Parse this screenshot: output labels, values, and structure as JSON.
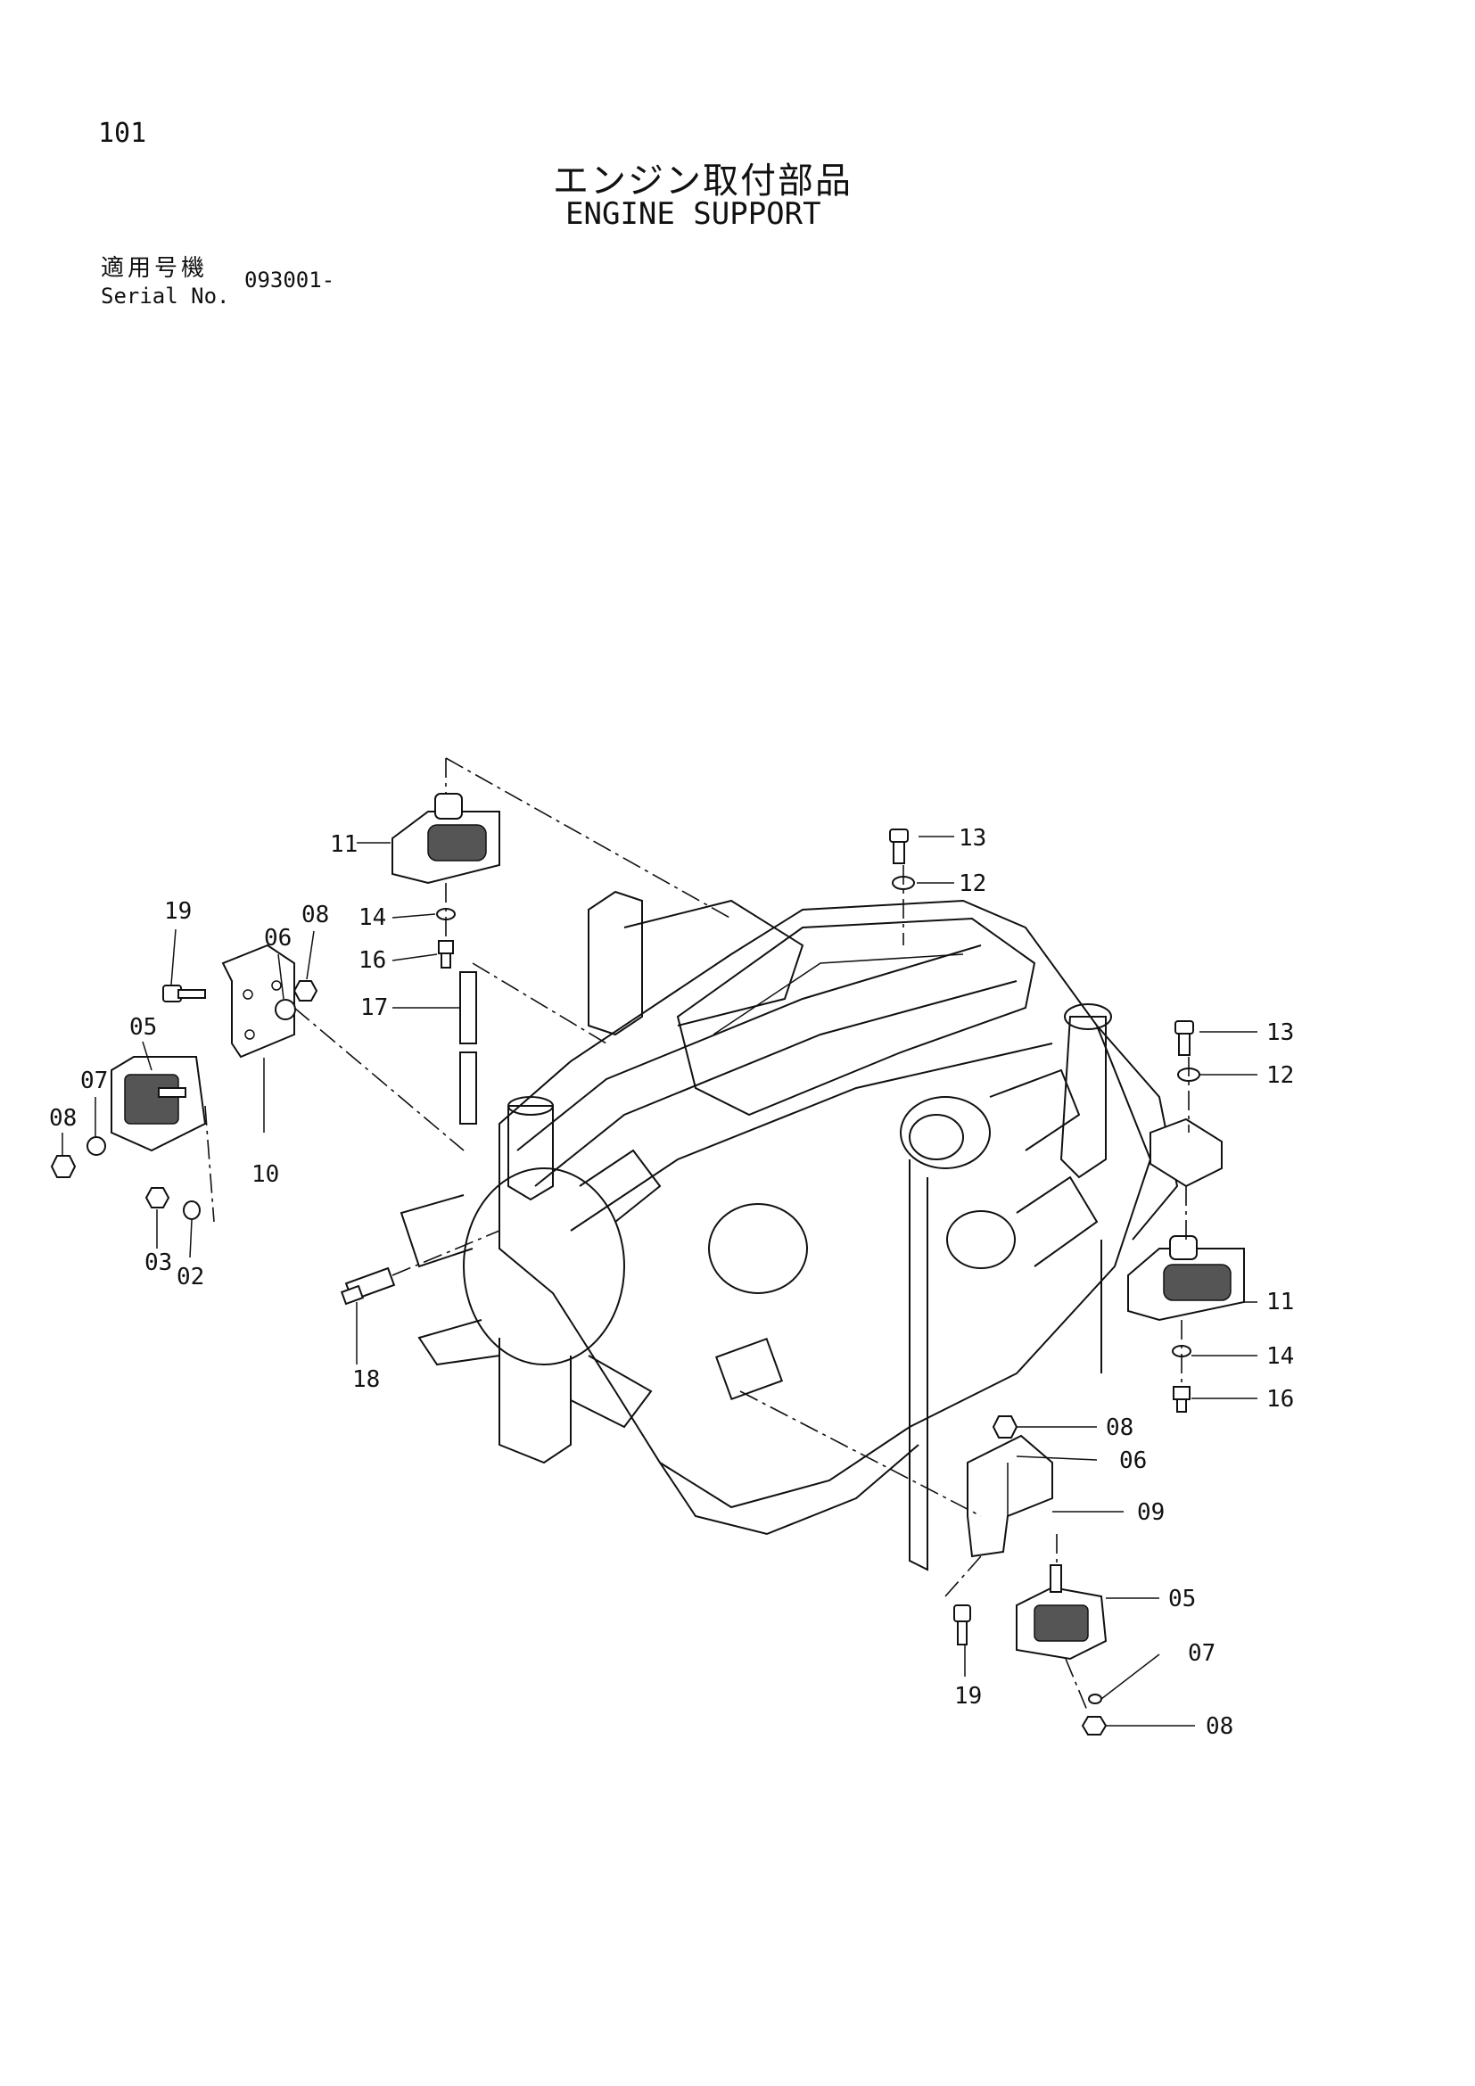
{
  "page": {
    "number": "101"
  },
  "title": {
    "japanese": "エンジン取付部品",
    "english": "ENGINE SUPPORT"
  },
  "serial": {
    "label_japanese": "適用号機",
    "label_english": "Serial No.",
    "value": "093001-"
  },
  "callouts": [
    "11",
    "13",
    "12",
    "14",
    "16",
    "17",
    "19",
    "06",
    "08",
    "05",
    "07",
    "08",
    "10",
    "03",
    "02",
    "18",
    "13",
    "12",
    "11",
    "14",
    "16",
    "08",
    "06",
    "09",
    "05",
    "07",
    "08",
    "19"
  ]
}
